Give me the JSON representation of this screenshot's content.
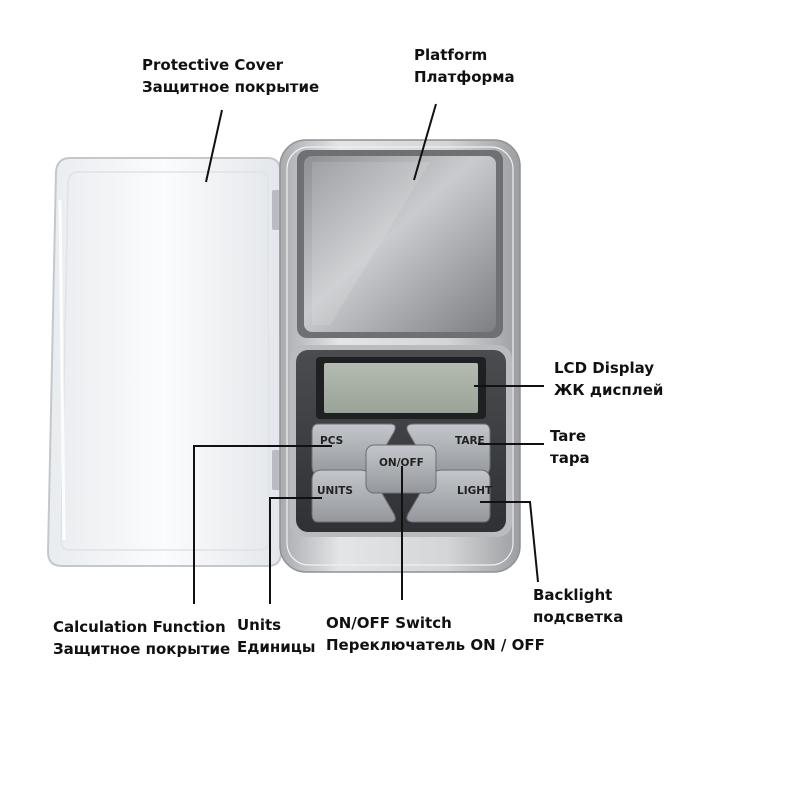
{
  "colors": {
    "leader_line": "#111111",
    "body_silver": "#c9cbcd",
    "body_dark": "#3c3e42",
    "button_gray": "#a9acb1",
    "lcd_green": "#a7b0a6",
    "cover_clear": "#f2f4f6"
  },
  "labels": {
    "protective_cover": {
      "en": "Protective Cover",
      "ru": "Защитное покрытие"
    },
    "platform": {
      "en": "Platform",
      "ru": "Платформа"
    },
    "lcd_display": {
      "en": "LCD Display",
      "ru": "ЖК дисплей"
    },
    "tare": {
      "en": "Tare",
      "ru": "тара"
    },
    "backlight": {
      "en": "Backlight",
      "ru": "подсветка"
    },
    "calculation_function": {
      "en": "Calculation Function",
      "ru": "Защитное покрытие"
    },
    "units": {
      "en": "Units",
      "ru": "Единицы"
    },
    "on_off_switch": {
      "en": "ON/OFF Switch",
      "ru": "Переключатель ON / OFF"
    }
  },
  "buttons": {
    "pcs": "PCS",
    "tare": "TARE",
    "on_off": "ON/OFF",
    "units": "UNITS",
    "light": "LIGHT"
  }
}
